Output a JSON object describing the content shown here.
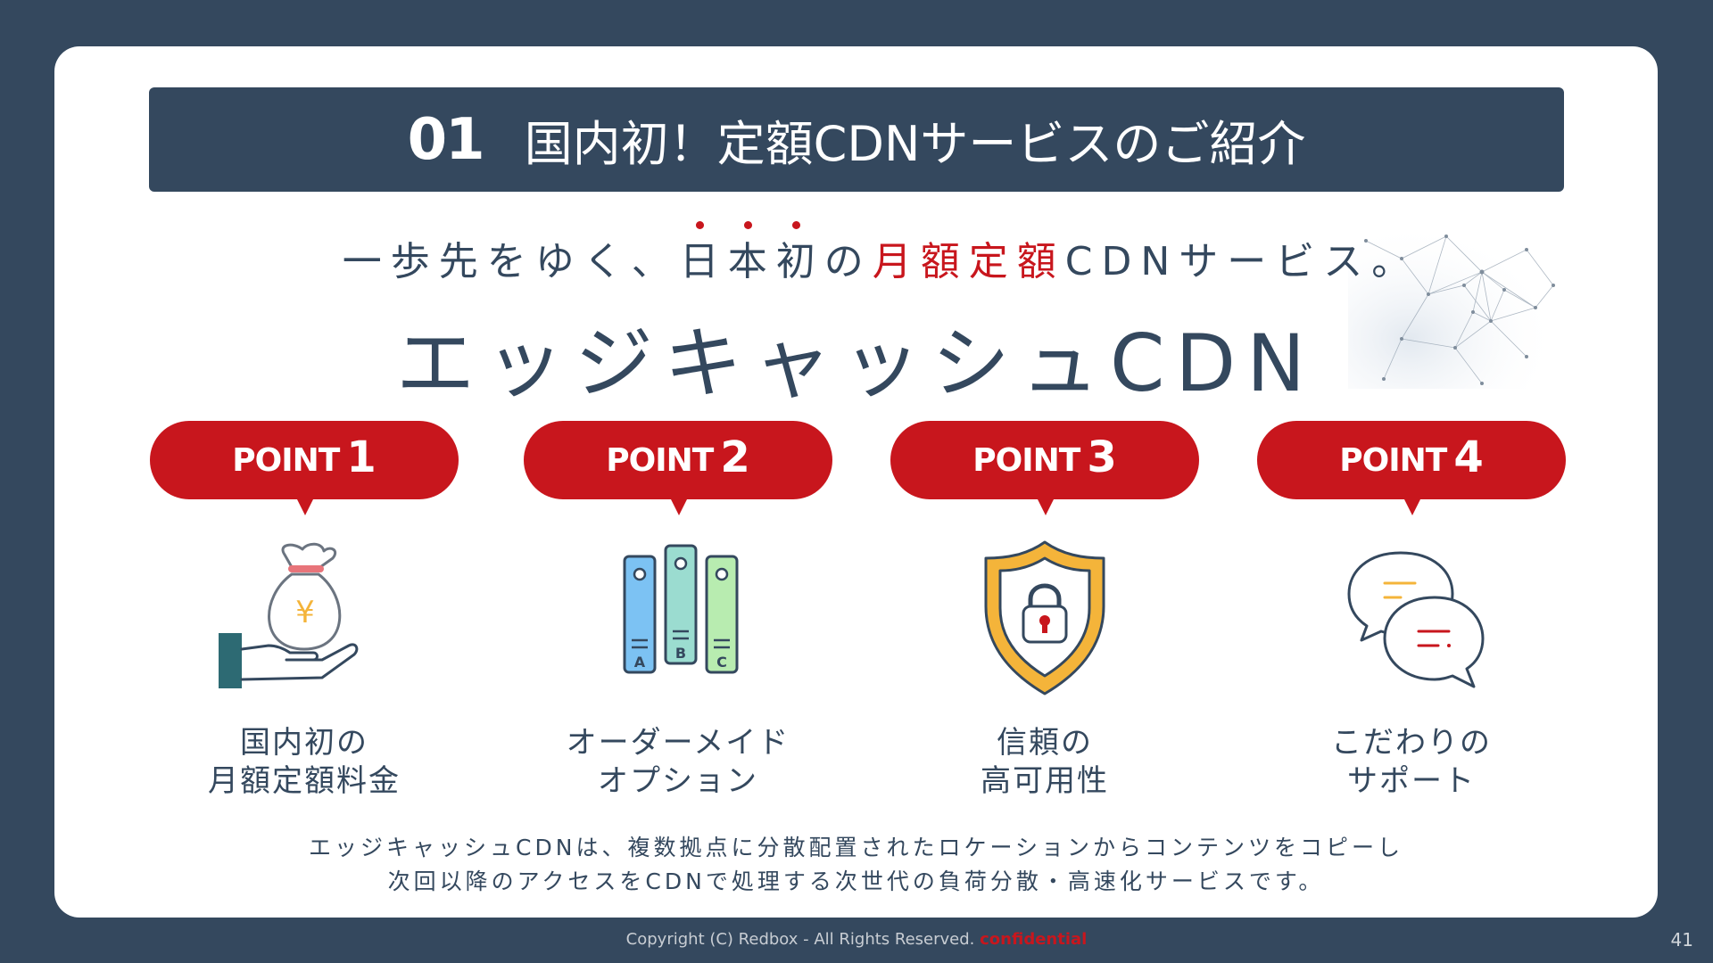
{
  "slide": {
    "number": "01",
    "title": "国内初！定額CDNサービスのご紹介"
  },
  "tagline": {
    "lead": "一歩先をゆく、",
    "dotted": [
      "日",
      "本",
      "初"
    ],
    "middle": "の",
    "highlight": "月額定額",
    "tail": "CDNサービス。"
  },
  "product_name": "エッジキャッシュCDN",
  "points": [
    {
      "word": "POINT",
      "num": "1",
      "icon": "money-bag-hand-icon",
      "line1": "国内初の",
      "line2": "月額定額料金"
    },
    {
      "word": "POINT",
      "num": "2",
      "icon": "binders-abc-icon",
      "line1": "オーダーメイド",
      "line2": "オプション"
    },
    {
      "word": "POINT",
      "num": "3",
      "icon": "shield-lock-icon",
      "line1": "信頼の",
      "line2": "高可用性"
    },
    {
      "word": "POINT",
      "num": "4",
      "icon": "speech-bubbles-icon",
      "line1": "こだわりの",
      "line2": "サポート"
    }
  ],
  "icon_text": {
    "yen": "¥",
    "binder_a": "A",
    "binder_b": "B",
    "binder_c": "C"
  },
  "description": {
    "line1": "エッジキャッシュCDNは、複数拠点に分散配置されたロケーションからコンテンツをコピーし",
    "line2": "次回以降のアクセスをCDNで処理する次世代の負荷分散・高速化サービスです。"
  },
  "footer": {
    "copyright": "Copyright (C) Redbox - All Rights Reserved. ",
    "confidential": "confidential"
  },
  "page_number": "41",
  "colors": {
    "navy": "#34485e",
    "red": "#c8161d",
    "white": "#ffffff"
  }
}
